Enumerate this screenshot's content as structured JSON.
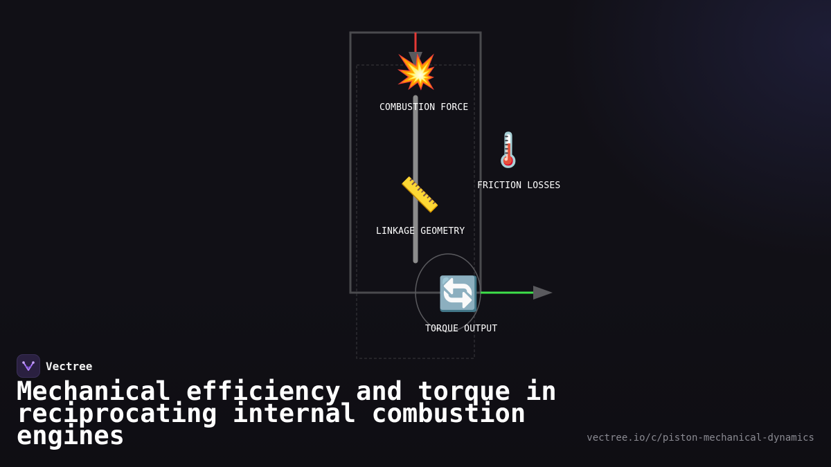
{
  "diagram": {
    "nodes": {
      "combustion": {
        "icon": "explosion-icon",
        "glyph": "💥",
        "label": "COMBUSTION FORCE"
      },
      "friction": {
        "icon": "thermometer-icon",
        "glyph": "🌡️",
        "label": "FRICTION LOSSES"
      },
      "linkage": {
        "icon": "ruler-icon",
        "glyph": "📏",
        "label": "LINKAGE GEOMETRY"
      },
      "torque": {
        "icon": "rotation-arrows-icon",
        "glyph": "🔄",
        "label": "TORQUE OUTPUT"
      }
    },
    "colors": {
      "input_arrow": "#e53935",
      "output_arrow": "#3ee04a",
      "frame": "#4a4a4e",
      "rod": "#8c8c8c",
      "arrowhead": "#5a5a5e"
    }
  },
  "brand": {
    "name": "Vectree",
    "logo_icon": "vectree-logo-icon"
  },
  "headline": "Mechanical efficiency and torque in reciprocating internal combustion engines",
  "url": "vectree.io/c/piston-mechanical-dynamics"
}
